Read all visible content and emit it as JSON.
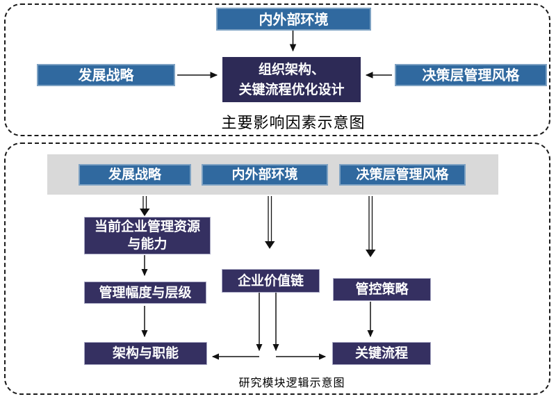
{
  "colors": {
    "box_blue": "#30699f",
    "box_navy_top": "#2d2a56",
    "box_navy_bottom": "#353061",
    "band_gray": "#d9d9d9",
    "arrow_black": "#111111",
    "text_white": "#ffffff",
    "caption_black": "#000000"
  },
  "top_diagram": {
    "caption": "主要影响因素示意图",
    "env_box": "内外部环境",
    "strategy_box": "发展战略",
    "style_box": "决策层管理风格",
    "center_box": {
      "line1": "组织架构、",
      "line2": "关键流程优化设计"
    }
  },
  "bottom_diagram": {
    "caption": "研究模块逻辑示意图",
    "inputs": {
      "strategy": "发展战略",
      "env": "内外部环境",
      "style": "决策层管理风格"
    },
    "modules": {
      "resources_line1": "当前企业管理资源",
      "resources_line2": "与能力",
      "span_levels": "管理幅度与层级",
      "structure": "架构与职能",
      "value_chain": "企业价值链",
      "control_strategy": "管控策略",
      "key_process": "关键流程"
    }
  }
}
